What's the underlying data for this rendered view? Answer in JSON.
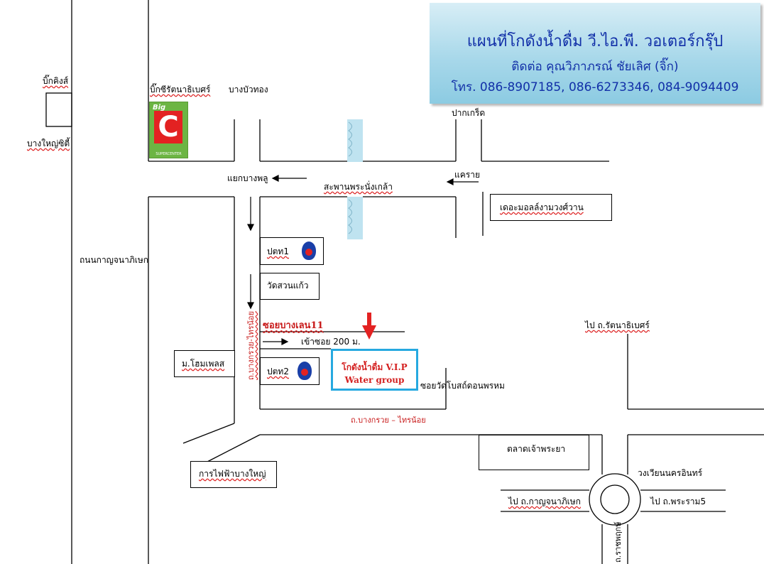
{
  "header": {
    "title": "แผนที่โกดังน้ำดื่ม วี.ไอ.พี. วอเตอร์กรุ๊ป",
    "contact": "ติดต่อ คุณวิภาภรณ์ ชัยเลิศ (จิ๊ก)",
    "phones": "โทร. 086-8907185, 086-6273346, 084-9094409"
  },
  "logo": {
    "brand_top": "Big",
    "brand_letter": "C",
    "brand_bottom": "SUPERCENTER"
  },
  "labels": {
    "big_c_ratanathibet": "บิ๊กซีรัตนาธิเบศร์",
    "bang_bua_thong": "บางบัวทอง",
    "big_king": "บิ๊กคิงส์",
    "bang_yai_city": "บางใหญ่ซิตี้",
    "pak_kret": "ปากเกร็ด",
    "khae_rai": "แคราย",
    "yaek_bang_phlu": "แยกบางพลู",
    "nonthaburi_bridge": "สะพานพระนั่งเกล้า",
    "the_mall": "เดอะมอลล์งามวงศ์วาน",
    "kanchanaphisek_rd": "ถนนกาญจนาภิเษก",
    "ptt1": "ปตท1",
    "wat_suan_kaeo": "วัดสวนแก้ว",
    "soi_bang_len": "ซอยบางเลน11",
    "enter_soi": "เข้าซอย 200 ม.",
    "to_ratanathibet": "ไป ถ.รัตนาธิเบศร์",
    "home_place": "ม.โฮมเพลส",
    "ptt2": "ปตท2",
    "dest_line1": "โกดังน้ำดื่ม V.I.P",
    "dest_line2": "Water group",
    "soi_wat_bot": "ซอยวัดโบสถ์ดอนพรหม",
    "bang_kruai_rd_vertical": "ถ.บางกรวย-ไทรน้อย",
    "bang_kruai_rd": "ถ.บางกรวย – ไทรน้อย",
    "talat_chao_phraya": "ตลาดเจ้าพระยา",
    "pea_bang_yai": "การไฟฟ้าบางใหญ่",
    "circle_nonthaburi": "วงเวียนนครอินทร์",
    "to_kanchanaphisek": "ไป ถ.กาญจนาภิเษก",
    "to_rama5": "ไป ถ.พระราม5",
    "ratchaphruek_rd": "ถ.ราชพฤกษ์"
  },
  "colors": {
    "header_text": "#1230a8",
    "river": "#bfe3f0",
    "dest_border": "#26a9e0",
    "accent_red": "#d42020",
    "ptt_blue": "#1a3fa8"
  }
}
